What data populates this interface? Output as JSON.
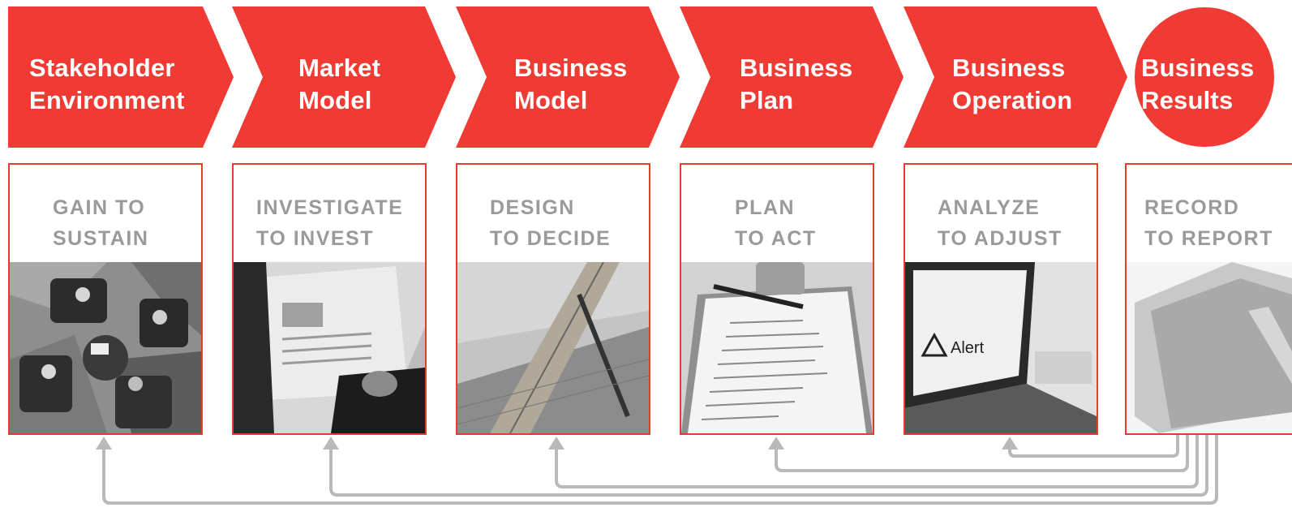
{
  "colors": {
    "accent": "#ef3b33",
    "card_border": "#e43b2f",
    "label_gray": "#9a9a9a",
    "arrow_gray": "#b9b9b9"
  },
  "stages": [
    {
      "title": "Stakeholder\nEnvironment",
      "action": "GAIN TO\nSUSTAIN",
      "photo": "meeting-overhead-photo"
    },
    {
      "title": "Market\nModel",
      "action": "INVESTIGATE\nTO INVEST",
      "photo": "newspaper-reading-photo"
    },
    {
      "title": "Business\nModel",
      "action": "DESIGN\nTO DECIDE",
      "photo": "ruler-drafting-photo"
    },
    {
      "title": "Business\nPlan",
      "action": "PLAN\nTO ACT",
      "photo": "clipboard-list-photo"
    },
    {
      "title": "Business\nOperation",
      "action": "ANALYZE\nTO ADJUST",
      "photo": "laptop-alert-photo",
      "alert_text": "Alert"
    },
    {
      "title": "Business\nResults",
      "action": "RECORD\nTO REPORT",
      "photo": "folder-photo"
    }
  ]
}
